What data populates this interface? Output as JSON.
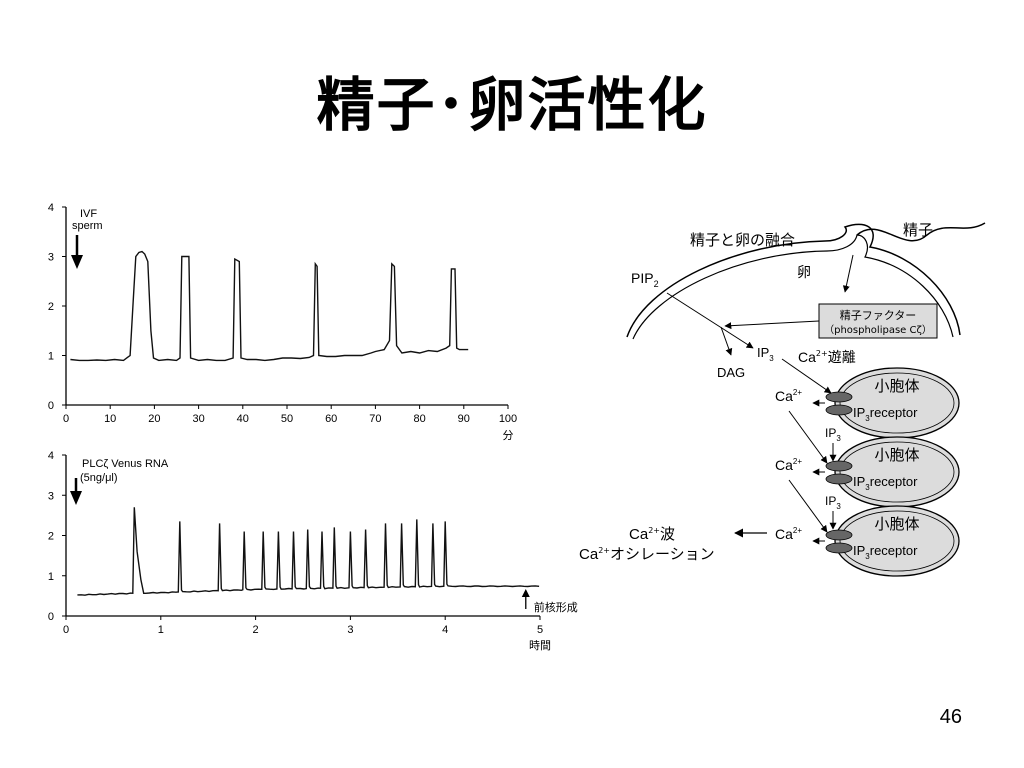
{
  "slide": {
    "title": "精子･卵活性化",
    "page_number": "46"
  },
  "chart_data": [
    {
      "type": "line",
      "title": "",
      "xlabel": "分",
      "ylabel": "",
      "xlim": [
        0,
        100
      ],
      "ylim": [
        0,
        4
      ],
      "xticks": [
        0,
        10,
        20,
        30,
        40,
        50,
        60,
        70,
        80,
        90,
        100
      ],
      "yticks": [
        0,
        1,
        2,
        3,
        4
      ],
      "annotation": {
        "line1": "IVF",
        "line2": "sperm",
        "x": 2.5
      },
      "series": [
        {
          "x": [
            1,
            3,
            5,
            7,
            9,
            11,
            13,
            14.5,
            15.2,
            15.8,
            16.5,
            17.2,
            17.8,
            18.5,
            19.2,
            19.8,
            21,
            23,
            25,
            25.8,
            26.2,
            27.8,
            28.2,
            30,
            32,
            34,
            36,
            37.8,
            38.2,
            39.2,
            39.6,
            41,
            43,
            45,
            47,
            49,
            51,
            53,
            55,
            56,
            56.4,
            56.8,
            57.2,
            59,
            61,
            63,
            65,
            67,
            69,
            70,
            72,
            73.2,
            73.7,
            74.3,
            74.8,
            76,
            78,
            80,
            82,
            84,
            86,
            86.8,
            87.2,
            88,
            88.4,
            89,
            91
          ],
          "y": [
            0.92,
            0.9,
            0.9,
            0.91,
            0.9,
            0.92,
            0.9,
            1.0,
            2.1,
            3.0,
            3.08,
            3.1,
            3.05,
            2.9,
            1.5,
            0.95,
            0.9,
            0.92,
            0.9,
            0.95,
            3.0,
            3.0,
            0.95,
            0.9,
            0.92,
            0.9,
            0.9,
            0.95,
            2.95,
            2.9,
            0.95,
            0.92,
            0.92,
            0.9,
            0.92,
            0.95,
            0.95,
            0.94,
            0.96,
            1.0,
            2.85,
            2.8,
            1.0,
            0.98,
            0.98,
            1.0,
            1.0,
            1.0,
            1.05,
            1.08,
            1.12,
            1.3,
            2.85,
            2.8,
            1.2,
            1.05,
            1.08,
            1.05,
            1.1,
            1.08,
            1.15,
            1.2,
            2.75,
            2.75,
            1.15,
            1.12,
            1.12
          ]
        }
      ]
    },
    {
      "type": "line",
      "title": "",
      "xlabel": "時間",
      "ylabel": "",
      "xlim": [
        0,
        5
      ],
      "ylim": [
        0,
        4
      ],
      "xticks": [
        0,
        1,
        2,
        3,
        4,
        5
      ],
      "yticks": [
        0,
        1,
        2,
        3,
        4
      ],
      "annotation": {
        "line1": "PLCζ Venus RNA",
        "line2": "(5ng/μl)",
        "x": 0.12,
        "end_label": "前核形成",
        "end_x": 4.85
      },
      "series": [
        {
          "spike_times": [
            0.72,
            1.2,
            1.62,
            1.88,
            2.08,
            2.24,
            2.4,
            2.55,
            2.7,
            2.83,
            3.0,
            3.16,
            3.37,
            3.54,
            3.7,
            3.87,
            4.0
          ],
          "spike_peaks": [
            2.7,
            2.35,
            2.3,
            2.1,
            2.1,
            2.1,
            2.1,
            2.15,
            2.1,
            2.2,
            2.1,
            2.15,
            2.3,
            2.3,
            2.4,
            2.3,
            2.35
          ],
          "baseline": [
            [
              0.12,
              0.52
            ],
            [
              0.5,
              0.55
            ],
            [
              1.0,
              0.58
            ],
            [
              1.5,
              0.62
            ],
            [
              2.0,
              0.66
            ],
            [
              2.5,
              0.68
            ],
            [
              3.0,
              0.7
            ],
            [
              3.5,
              0.72
            ],
            [
              4.0,
              0.74
            ],
            [
              4.5,
              0.74
            ],
            [
              5.0,
              0.74
            ]
          ]
        }
      ]
    }
  ],
  "diagram": {
    "fusion_label": "精子と卵の融合",
    "sperm_label": "精子",
    "egg_label": "卵",
    "pip2": "PIP",
    "pip2_sub": "2",
    "sperm_factor_line1": "精子ファクター",
    "sperm_factor_line2": "（phospholipase Cζ）",
    "ip3": "IP",
    "ip3_sub": "3",
    "dag": "DAG",
    "ca_release_ion": "Ca",
    "ca_release_charge": "2+",
    "ca_release_text": "遊離",
    "ca": "Ca",
    "ca_charge": "2+",
    "vesicle_label": "小胞体",
    "receptor_ip": "IP",
    "receptor_sub": "3",
    "receptor_text": "receptor",
    "wave_ion": "Ca",
    "wave_charge": "2+",
    "wave_text": "波",
    "oscillation_ion": "Ca",
    "oscillation_charge": "2+",
    "oscillation_text": "オシレーション"
  }
}
